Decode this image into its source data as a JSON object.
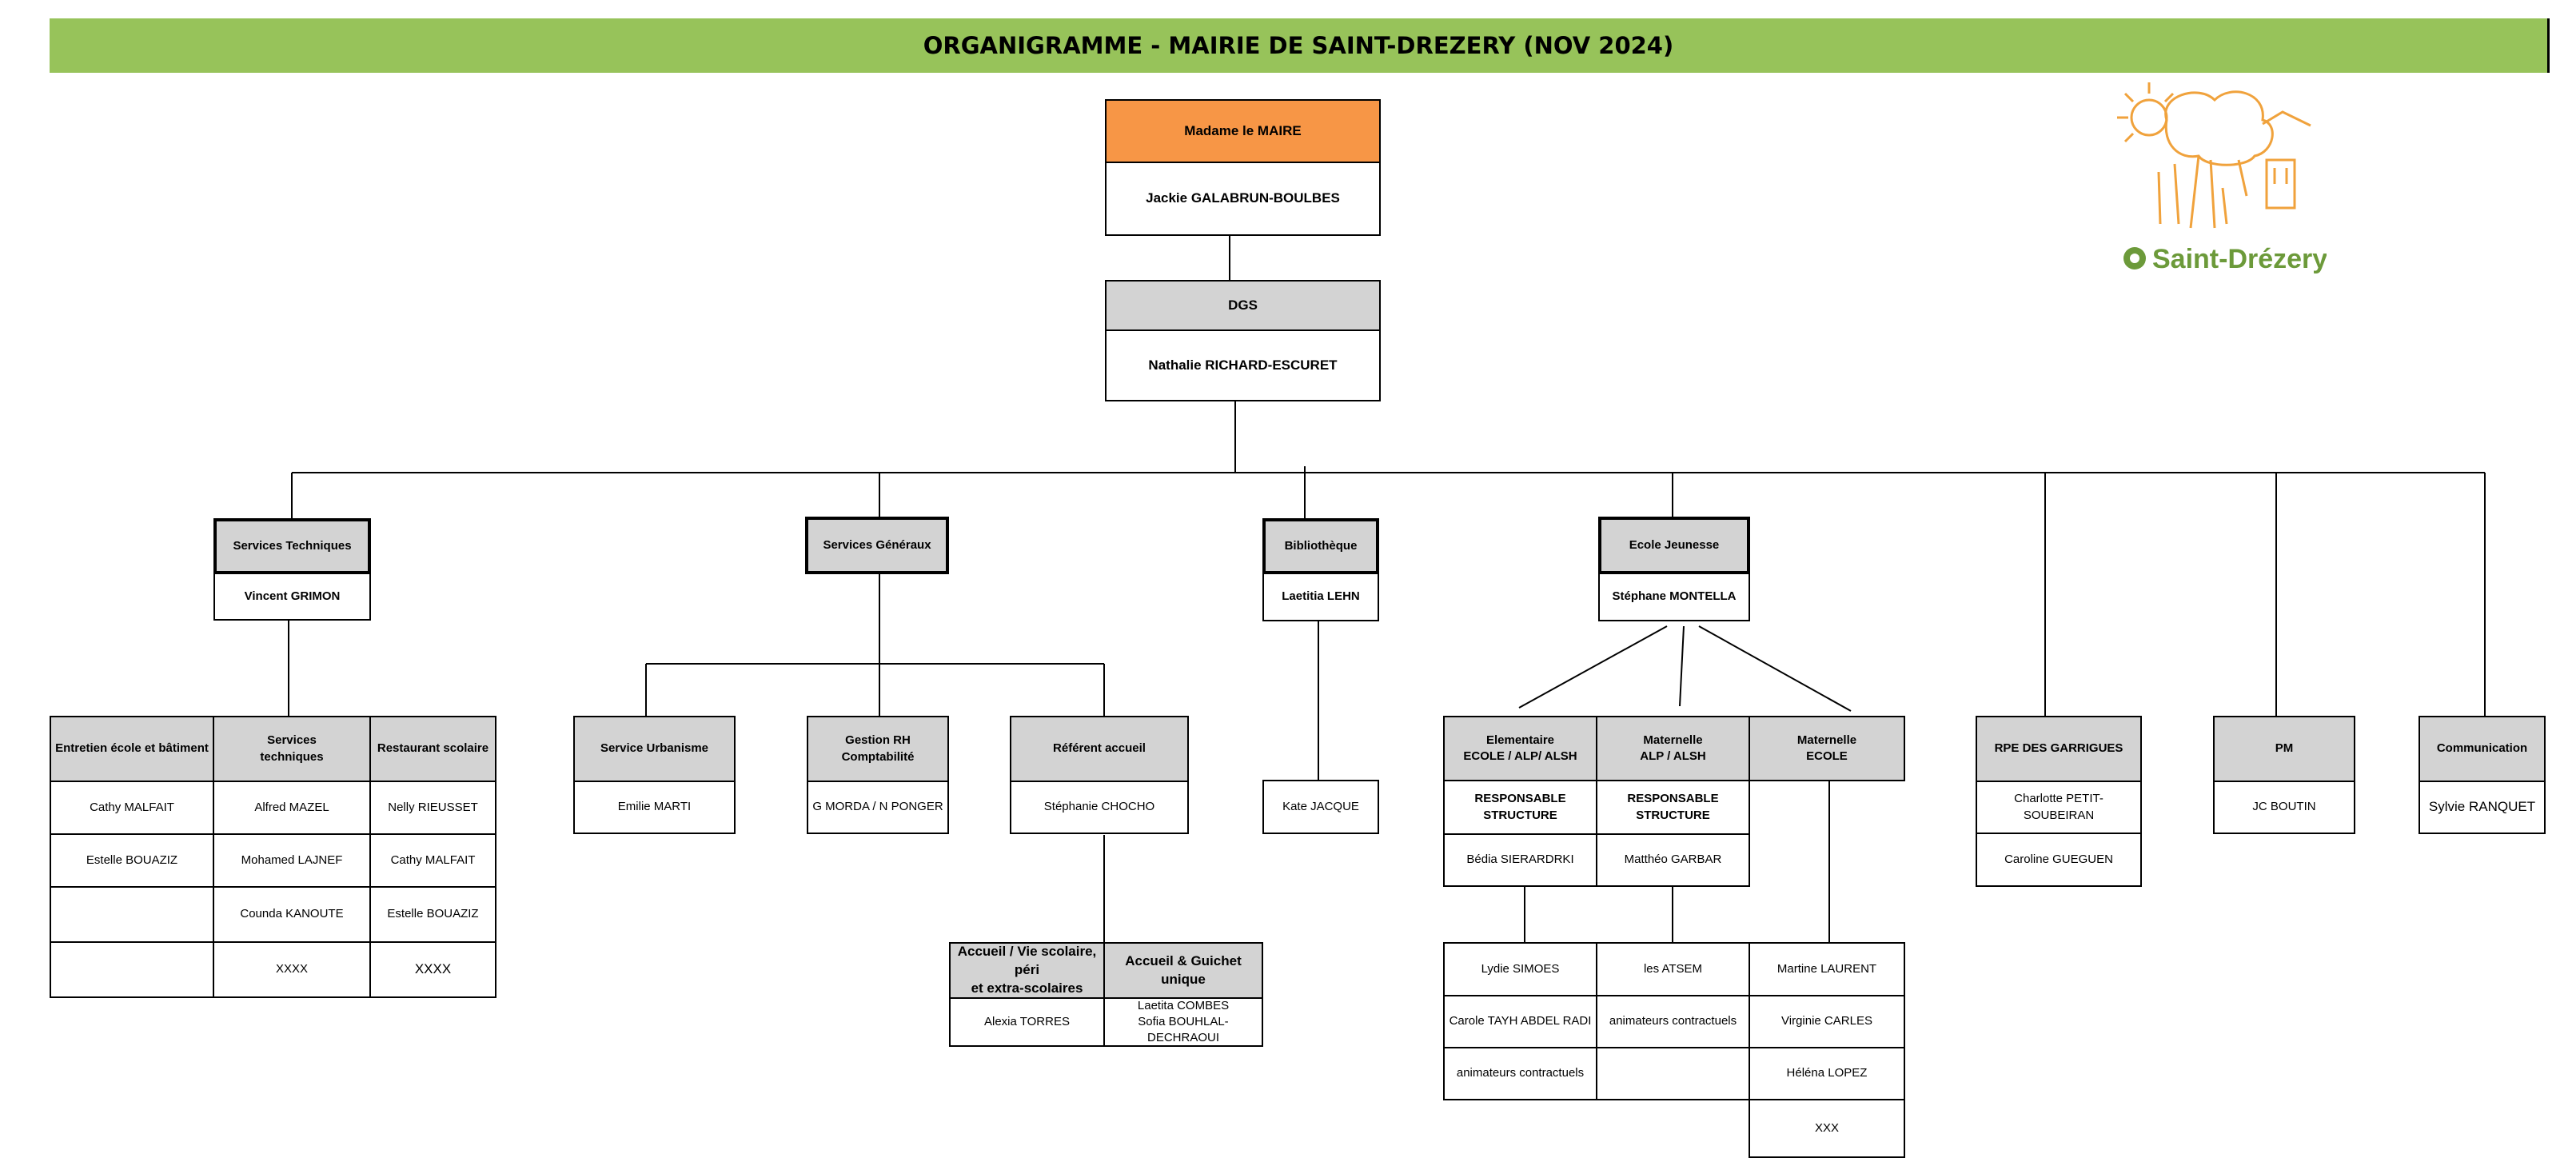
{
  "title": "ORGANIGRAMME - MAIRIE DE SAINT-DREZERY (NOV 2024)",
  "logo_text": "Saint-Drézery",
  "colors": {
    "title_bg": "#97c35a",
    "mayor_bg": "#f79646",
    "header_gray": "#d3d3d3",
    "logo_orange": "#f0a23c",
    "logo_green": "#6c9a3a"
  },
  "maire": {
    "title": "Madame le MAIRE",
    "name": "Jackie GALABRUN-BOULBES"
  },
  "dgs": {
    "title": "DGS",
    "name": "Nathalie RICHARD-ESCURET"
  },
  "services_techniques": {
    "title": "Services Techniques",
    "head": "Vincent GRIMON",
    "columns": [
      {
        "header": "Entretien école et bâtiment",
        "members": [
          "Cathy MALFAIT",
          "Estelle BOUAZIZ",
          "",
          ""
        ]
      },
      {
        "header": "Services\ntechniques",
        "members": [
          "Alfred MAZEL",
          "Mohamed LAJNEF",
          "Counda KANOUTE",
          "XXXX"
        ]
      },
      {
        "header": "Restaurant scolaire",
        "members": [
          "Nelly RIEUSSET",
          "Cathy MALFAIT",
          "Estelle BOUAZIZ",
          "XXXX"
        ]
      }
    ]
  },
  "services_generaux": {
    "title": "Services Généraux",
    "units": [
      {
        "header": "Service Urbanisme",
        "member": "Emilie MARTI"
      },
      {
        "header": "Gestion RH Comptabilité",
        "member": "G MORDA / N PONGER"
      },
      {
        "header": "Référent accueil",
        "member": "Stéphanie CHOCHO"
      }
    ],
    "accueil": [
      {
        "header": "Accueil / Vie scolaire, péri\net extra-scolaires",
        "member": "Alexia TORRES"
      },
      {
        "header": "Accueil & Guichet unique",
        "member": "Laetita COMBES\nSofia BOUHLAL-DECHRAOUI"
      }
    ]
  },
  "bibliotheque": {
    "title": "Bibliothèque",
    "head": "Laetitia LEHN",
    "member": "Kate JACQUE"
  },
  "ecole_jeunesse": {
    "title": "Ecole Jeunesse",
    "head": "Stéphane MONTELLA",
    "elementaire": {
      "header": "Elementaire\nECOLE  / ALP/ ALSH",
      "role": "RESPONSABLE STRUCTURE",
      "head": "Bédia SIERARDRKI",
      "members": [
        "Lydie SIMOES",
        "Carole TAYH ABDEL RADI",
        "animateurs contractuels"
      ]
    },
    "maternelle_alp": {
      "header": "Maternelle\nALP / ALSH",
      "role": "RESPONSABLE STRUCTURE",
      "head": "Matthéo GARBAR",
      "members": [
        "les ATSEM",
        "animateurs contractuels",
        ""
      ]
    },
    "maternelle_ecole": {
      "header": "Maternelle\nECOLE",
      "members": [
        "Martine LAURENT",
        "Virginie CARLES",
        "Héléna LOPEZ",
        "XXX"
      ]
    }
  },
  "rpe": {
    "title": "RPE DES GARRIGUES",
    "members": [
      "Charlotte PETIT-SOUBEIRAN",
      "Caroline GUEGUEN"
    ]
  },
  "pm": {
    "title": "PM",
    "member": "JC BOUTIN"
  },
  "communication": {
    "title": "Communication",
    "member": "Sylvie RANQUET"
  }
}
